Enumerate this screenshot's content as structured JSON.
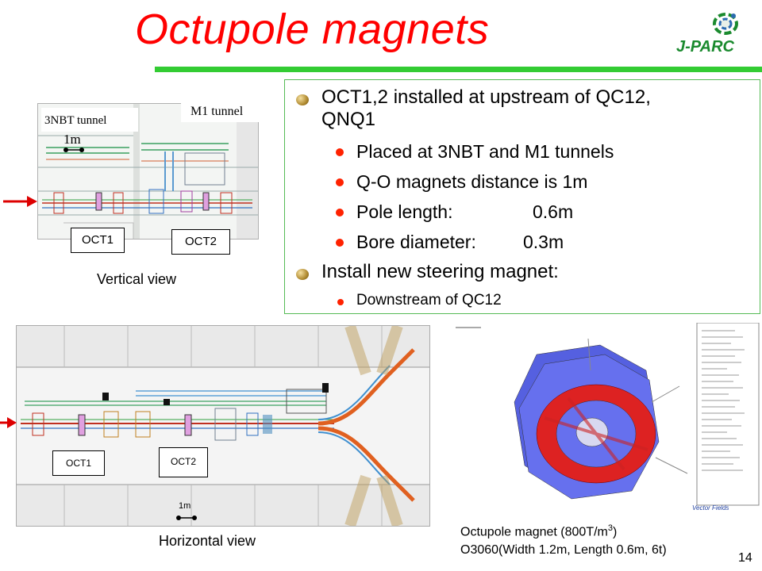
{
  "title": "Octupole magnets",
  "logo": {
    "text": "J-PARC"
  },
  "bullets": {
    "l1_a_line1": "OCT1,2 installed at upstream of QC12,",
    "l1_a_line2": "QNQ1",
    "l2_a": [
      "Placed at 3NBT and M1 tunnels",
      "Q-O magnets distance is 1m",
      "Pole length:",
      "Bore diameter:"
    ],
    "pole_value": "0.6m",
    "bore_value": "0.3m",
    "l1_b": "Install new steering magnet:",
    "l2_b": "Downstream of QC12"
  },
  "vertical_view": {
    "tunnel_3nbt": "3NBT tunnel",
    "tunnel_m1": "M1 tunnel",
    "distance": "1m",
    "oct1": "OCT1",
    "oct2": "OCT2",
    "caption": "Vertical view"
  },
  "horizontal_view": {
    "oct1": "OCT1",
    "oct2": "OCT2",
    "distance": "1m",
    "caption": "Horizontal view"
  },
  "model": {
    "caption_line1_pre": "Octupole magnet (800T/m",
    "caption_sup": "3",
    "caption_line1_post": ")",
    "caption_line2": "O3060(Width 1.2m, Length 0.6m, 6t)",
    "vendor": "Vector Fields"
  },
  "page_number": "14",
  "colors": {
    "title": "#ff0000",
    "rule": "#33cc33",
    "bullet_dot": "#ff2200",
    "arrow": "#dd0000",
    "magnet_body": "#6670ee",
    "coil": "#dd2222",
    "oct_marker": "#e0a0e0"
  }
}
